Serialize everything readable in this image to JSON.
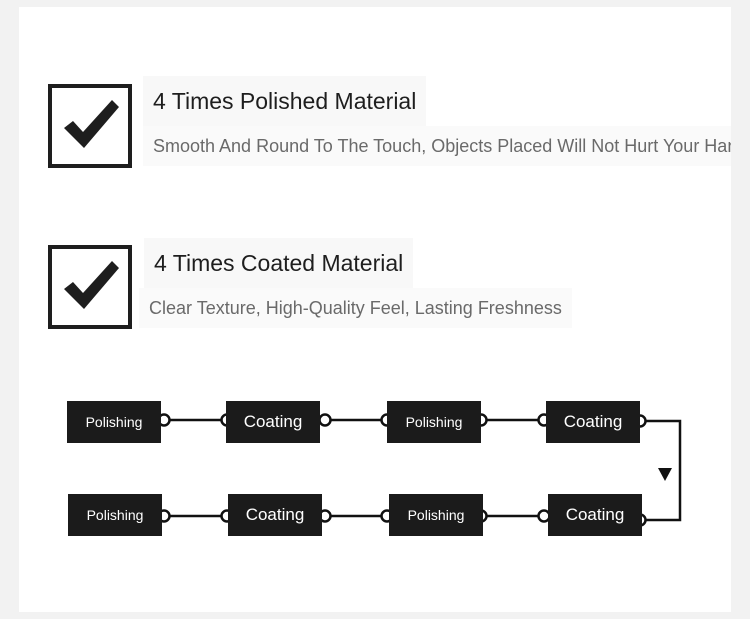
{
  "features": [
    {
      "title": "4 Times Polished Material",
      "description": "Smooth And Round To The Touch, Objects Placed Will Not Hurt Your Hands"
    },
    {
      "title": "4 Times Coated Material",
      "description": "Clear Texture, High-Quality Feel, Lasting Freshness"
    }
  ],
  "process": {
    "row1": [
      "Polishing",
      "Coating",
      "Polishing",
      "Coating"
    ],
    "row2": [
      "Polishing",
      "Coating",
      "Polishing",
      "Coating"
    ]
  },
  "icons": {
    "checkbox": "check-icon",
    "arrow": "arrow-down-icon"
  },
  "colors": {
    "box": "#1b1b1b",
    "text_dark": "#1e1e1e",
    "text_gray": "#6a6a6a"
  }
}
